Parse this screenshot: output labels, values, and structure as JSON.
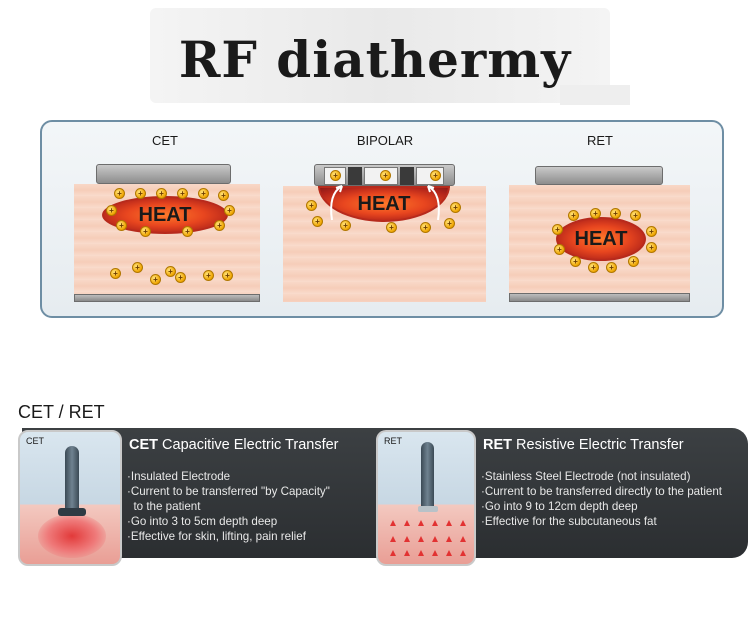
{
  "title": "RF diathermy",
  "diagrams": {
    "cet": {
      "label": "CET",
      "heat": "HEAT"
    },
    "bipolar": {
      "label": "BIPOLAR",
      "heat": "HEAT"
    },
    "ret": {
      "label": "RET",
      "heat": "HEAT"
    }
  },
  "ion_symbol": "+",
  "section_title": "CET / RET",
  "cet_card": {
    "thumb_label": "CET",
    "title_bold": "CET",
    "title_rest": " Capacitive Electric Transfer",
    "lines": [
      "·Insulated Electrode",
      "·Current to be transferred \"by Capacity\"",
      "  to the patient",
      "·Go into 3 to 5cm depth deep",
      "·Effective for skin, lifting, pain relief"
    ]
  },
  "ret_card": {
    "thumb_label": "RET",
    "title_bold": "RET",
    "title_rest": " Resistive Electric Transfer",
    "lines": [
      "·Stainless Steel Electrode (not insulated)",
      "·Current to be transferred directly to the patient",
      "·Go into 9 to 12cm depth deep",
      "·Effective for the subcutaneous fat"
    ]
  },
  "colors": {
    "panel_border": "#6e8ea4",
    "heat": "#e8461f",
    "ion": "#f0a500",
    "dark_bar": "#2b2e31"
  }
}
